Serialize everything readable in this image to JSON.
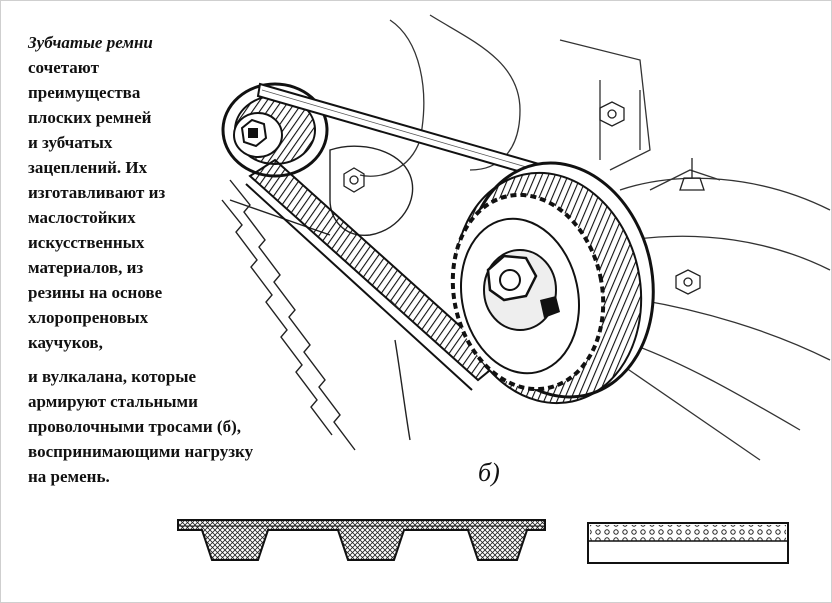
{
  "caption": {
    "lines": [
      "Зубчатые ремни",
      "сочетают",
      "преимущества",
      "плоских ремней",
      "и зубчатых",
      "зацеплений. Их",
      "изготавливают из",
      "маслостойких",
      "искусственных",
      "материалов, из",
      "резины на основе",
      "хлоропреновых",
      "каучуков,",
      "и вулкалана, которые",
      "армируют стальными",
      "проволочными тросами (б),",
      "воспринимающими нагрузку",
      "на ремень."
    ]
  },
  "figure_label": "б)"
}
